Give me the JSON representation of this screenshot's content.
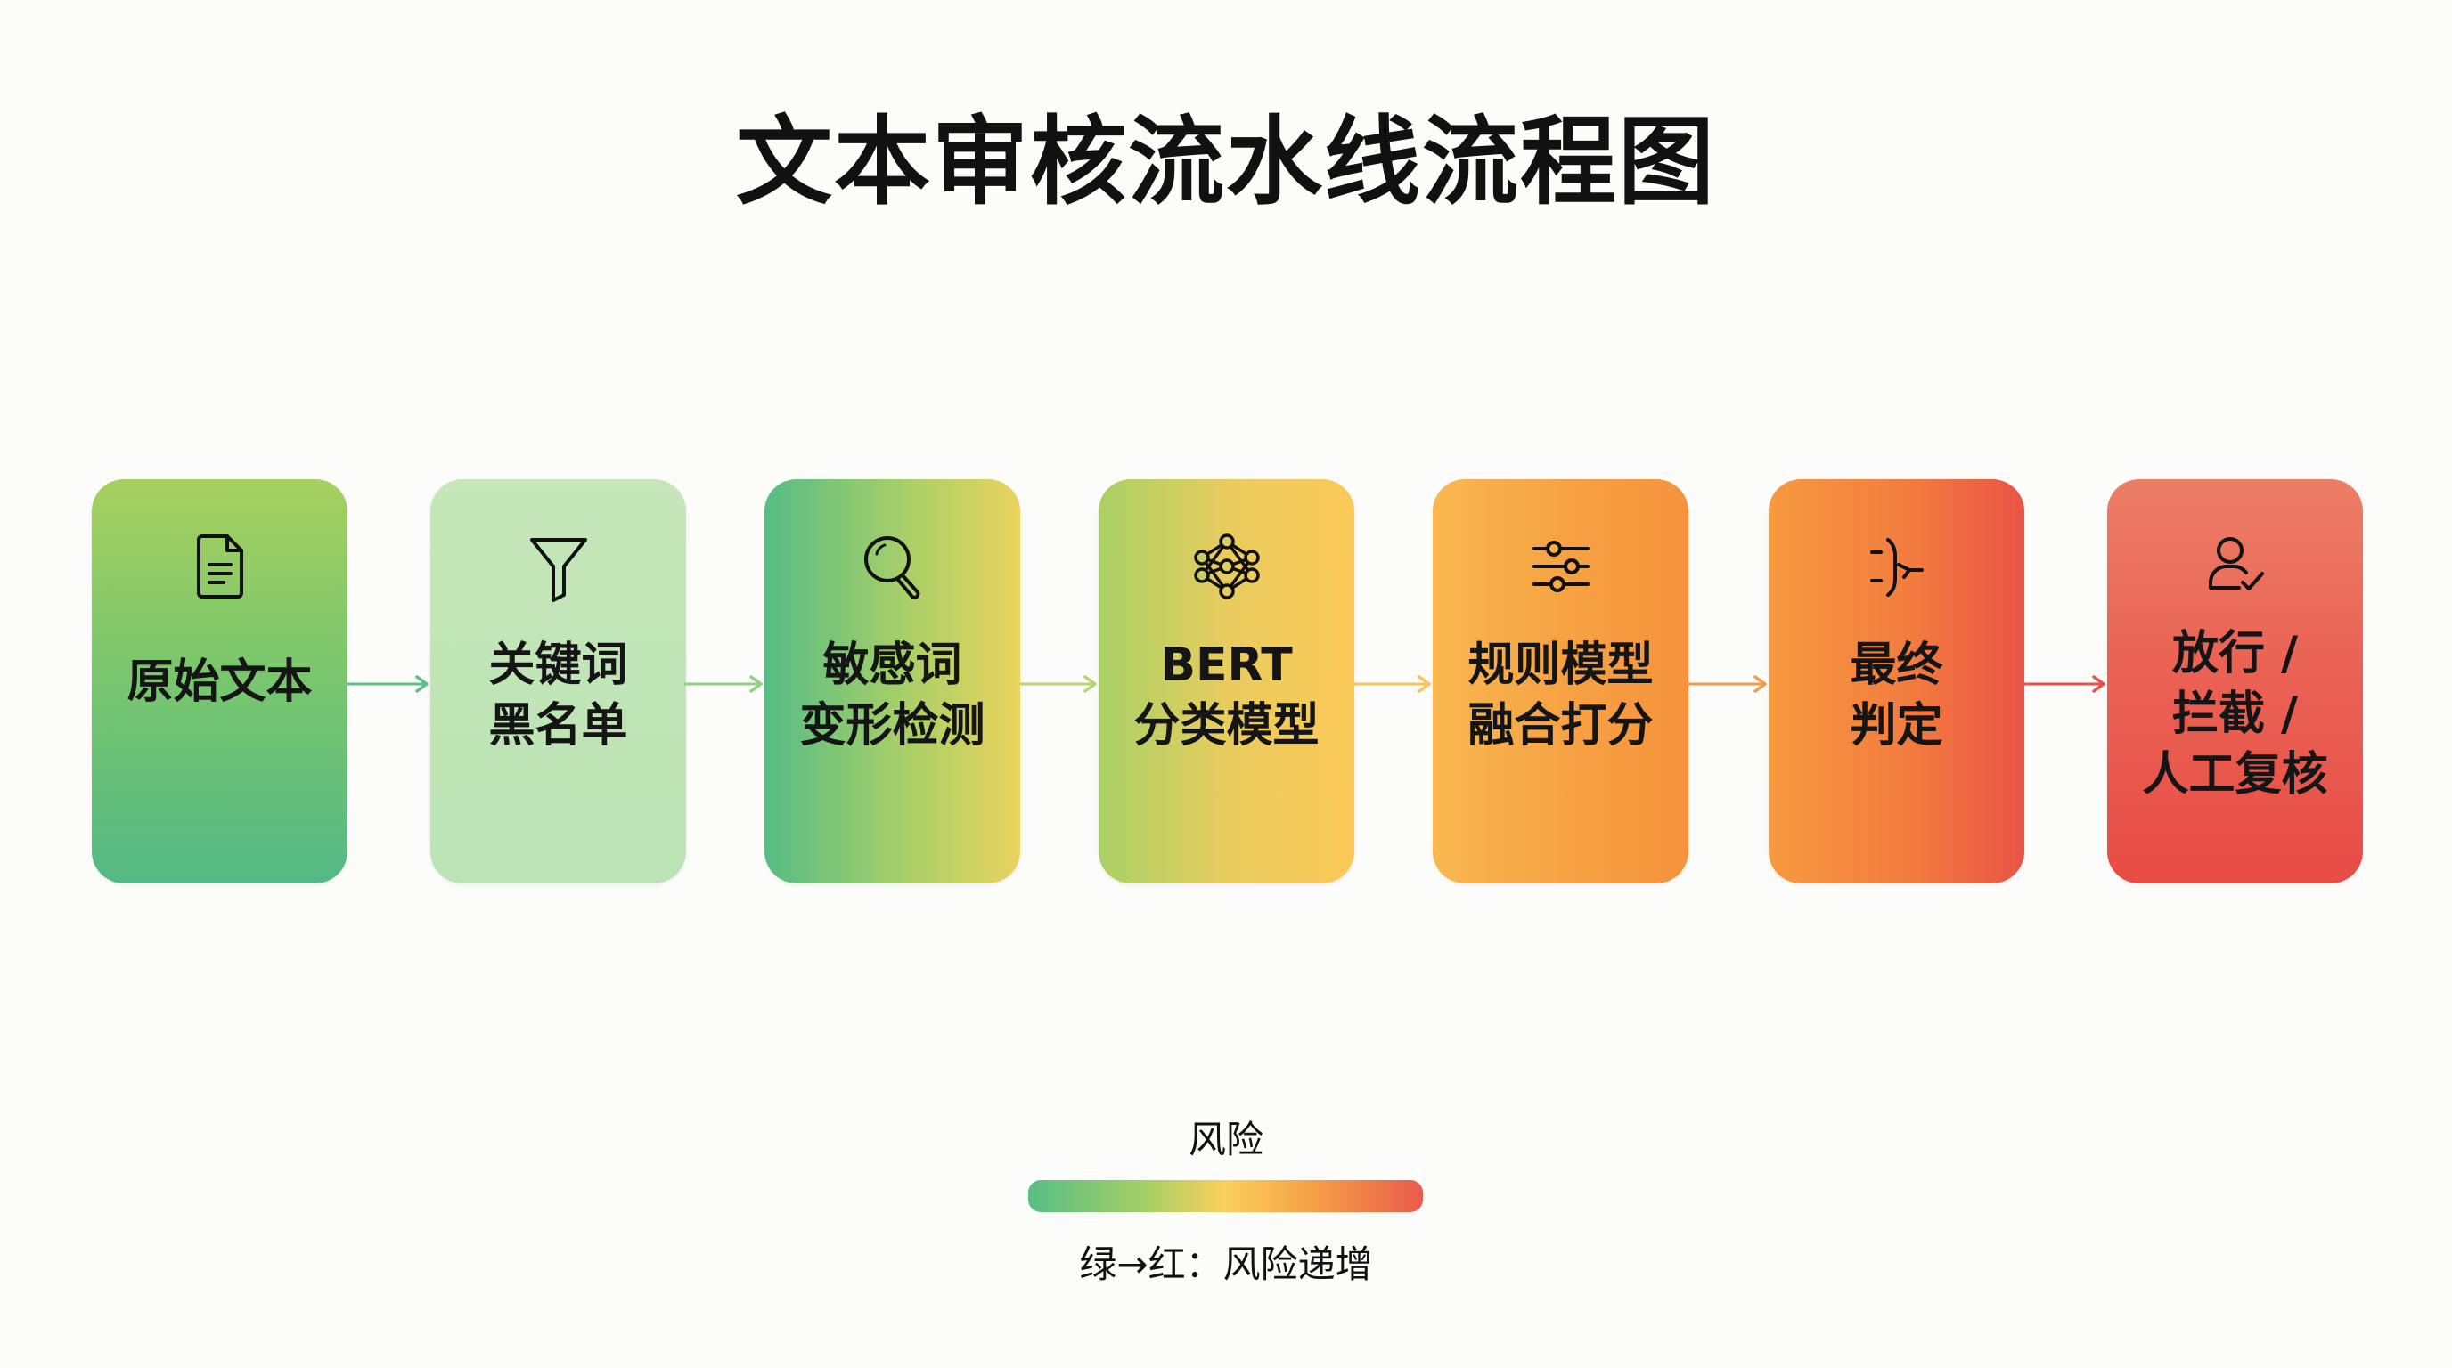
{
  "title": "文本审核流水线流程图",
  "stages": [
    {
      "icon": "document-icon",
      "lines": [
        "原始文本"
      ],
      "colors": {
        "gradient_direction": "to bottom",
        "from": "#a6d05f",
        "to": "#53b984"
      }
    },
    {
      "icon": "filter-funnel-icon",
      "lines": [
        "关键词",
        "黑名单"
      ],
      "colors": {
        "gradient_direction": "to bottom",
        "from": "#c4e6b8",
        "to": "#bce4b6"
      }
    },
    {
      "icon": "magnifier-search-icon",
      "lines": [
        "敏感词",
        "变形检测"
      ],
      "colors": {
        "gradient_direction": "to right",
        "from": "#56bd85",
        "mid": "#a8cf68",
        "to": "#ebd35e"
      }
    },
    {
      "icon": "neural-network-icon",
      "lines": [
        "BERT",
        "分类模型"
      ],
      "colors": {
        "gradient_direction": "to right",
        "from": "#a8d166",
        "mid": "#f6cc5c",
        "to": "#fcc958"
      }
    },
    {
      "icon": "sliders-icon",
      "lines": [
        "规则模型",
        "融合打分"
      ],
      "colors": {
        "gradient_direction": "to right",
        "from": "#f9b850",
        "to": "#f6923c"
      }
    },
    {
      "icon": "merge-decision-icon",
      "lines": [
        "最终",
        "判定"
      ],
      "colors": {
        "gradient_direction": "to right",
        "from": "#f79a3f",
        "mid": "#f1783f",
        "to": "#ea5446"
      }
    },
    {
      "icon": "user-check-icon",
      "lines": [
        "放行 /",
        "拦截 /",
        "人工复核"
      ],
      "colors": {
        "gradient_direction": "to bottom",
        "from": "#ec7e66",
        "to": "#e84c45"
      }
    }
  ],
  "arrows": [
    {
      "color": "#5dbf86"
    },
    {
      "color": "#8fd17e"
    },
    {
      "color": "#b6d570"
    },
    {
      "color": "#f8c55a"
    },
    {
      "color": "#f49a48"
    },
    {
      "color": "#e8504a"
    }
  ],
  "legend": {
    "title": "风险",
    "caption": "绿→红：风险递增",
    "gradient_from": "#57bf84",
    "gradient_mid": "#fbcf5a",
    "gradient_to": "#ea5a4c"
  }
}
